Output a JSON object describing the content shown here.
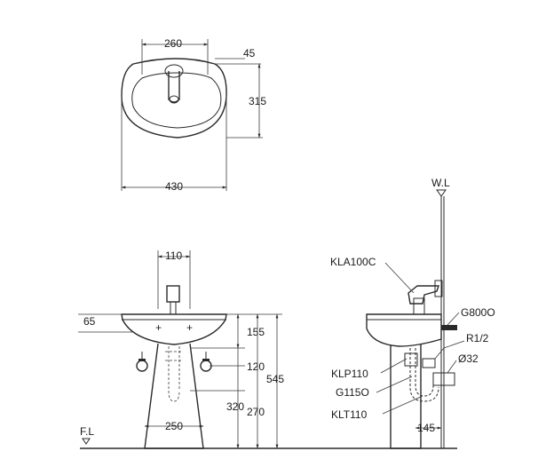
{
  "top_view": {
    "dim_basin_inner_width": "260",
    "dim_tap_offset": "45",
    "dim_depth": "315",
    "dim_overall_width": "430"
  },
  "front_view": {
    "dim_tap_width": "110",
    "dim_rim_height": "65",
    "dim_bowl_depth": "155",
    "dim_pipe_offset": "120",
    "dim_outlet_height": "320",
    "dim_waste_height": "270",
    "dim_total_height": "545",
    "dim_pedestal_width": "250",
    "floor_label": "F.L"
  },
  "side_view": {
    "water_level_label": "W.L",
    "faucet_model": "KLA100C",
    "valve_model": "G800O",
    "thread_spec": "R1/2",
    "pipe_diameter": "Ø32",
    "popup_model": "KLP110",
    "trap_model": "G115O",
    "pedestal_model": "KLT110",
    "dim_pipe_depth": "145"
  }
}
